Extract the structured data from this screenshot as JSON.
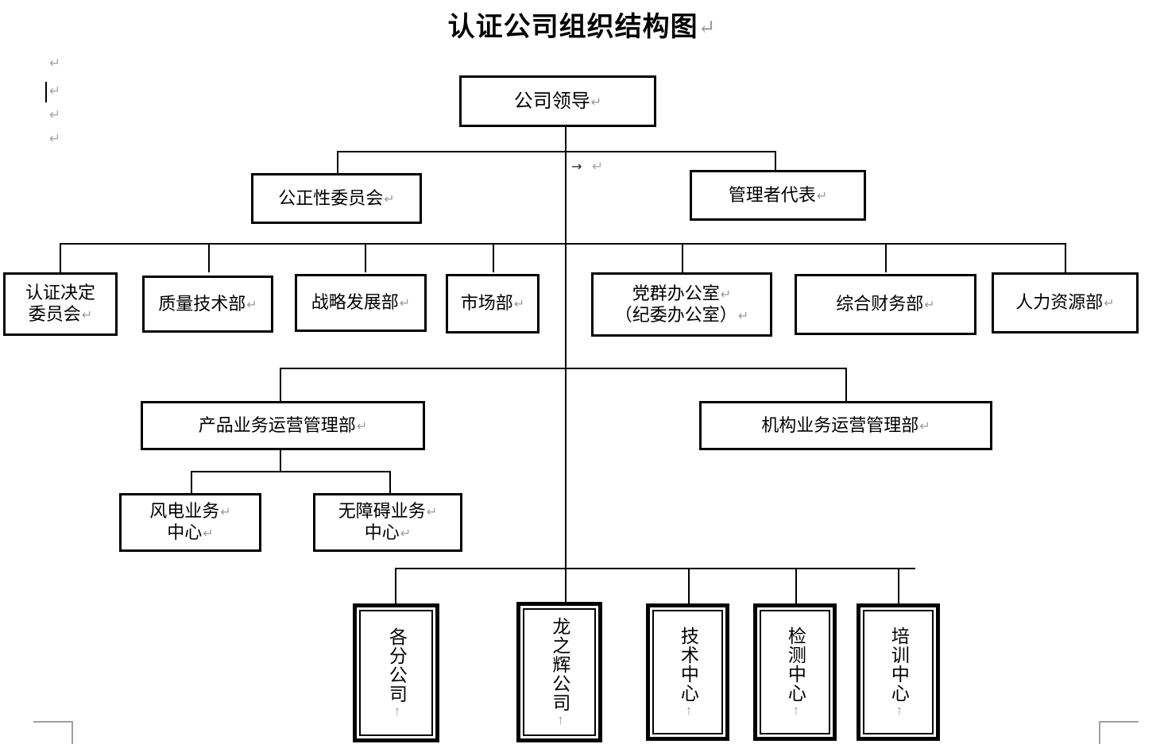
{
  "document": {
    "title": "认证公司组织结构图",
    "pilcrow": "↵",
    "tab_arrow": "→",
    "up_mark": "↑"
  },
  "margin_marks": {
    "left_column": [
      "↵",
      "↵",
      "↵",
      "↵"
    ],
    "center_tab": "→",
    "center_pilcrow": "↵"
  },
  "chart_data": {
    "type": "diagram",
    "title": "认证公司组织结构图",
    "nodes": [
      {
        "id": "n1",
        "label": "公司领导",
        "level": 1,
        "style": "thick"
      },
      {
        "id": "n2",
        "label": "公正性委员会",
        "level": 2,
        "style": "thick"
      },
      {
        "id": "n3",
        "label": "管理者代表",
        "level": 2,
        "style": "thick"
      },
      {
        "id": "n4",
        "label_lines": [
          "认证决定",
          "委员会"
        ],
        "level": 3,
        "style": "thick"
      },
      {
        "id": "n5",
        "label": "质量技术部",
        "level": 3,
        "style": "thick"
      },
      {
        "id": "n6",
        "label": "战略发展部",
        "level": 3,
        "style": "thick"
      },
      {
        "id": "n7",
        "label": "市场部",
        "level": 3,
        "style": "thick"
      },
      {
        "id": "n8",
        "label_lines": [
          "党群办公室",
          "（纪委办公室）"
        ],
        "level": 3,
        "style": "thick"
      },
      {
        "id": "n9",
        "label": "综合财务部",
        "level": 3,
        "style": "thick"
      },
      {
        "id": "n10",
        "label": "人力资源部",
        "level": 3,
        "style": "thick"
      },
      {
        "id": "n11",
        "label": "产品业务运营管理部",
        "level": 4,
        "style": "thick"
      },
      {
        "id": "n12",
        "label": "机构业务运营管理部",
        "level": 4,
        "style": "thick"
      },
      {
        "id": "n13",
        "label_lines": [
          "风电业务",
          "中心"
        ],
        "level": 5,
        "style": "thick"
      },
      {
        "id": "n14",
        "label_lines": [
          "无障碍业务",
          "中心"
        ],
        "level": 5,
        "style": "thick"
      },
      {
        "id": "n15",
        "label": "各分公司",
        "level": 6,
        "style": "double-vertical"
      },
      {
        "id": "n16",
        "label": "龙之辉公司",
        "level": 6,
        "style": "double-vertical"
      },
      {
        "id": "n17",
        "label": "技术中心",
        "level": 6,
        "style": "double-vertical"
      },
      {
        "id": "n18",
        "label": "检测中心",
        "level": 6,
        "style": "double-vertical"
      },
      {
        "id": "n19",
        "label": "培训中心",
        "level": 6,
        "style": "double-vertical"
      }
    ],
    "edges": [
      {
        "from": "n1",
        "to": "n2"
      },
      {
        "from": "n1",
        "to": "n3"
      },
      {
        "from": "n1",
        "to": "n4"
      },
      {
        "from": "n1",
        "to": "n5"
      },
      {
        "from": "n1",
        "to": "n6"
      },
      {
        "from": "n1",
        "to": "n7"
      },
      {
        "from": "n1",
        "to": "n8"
      },
      {
        "from": "n1",
        "to": "n9"
      },
      {
        "from": "n1",
        "to": "n10"
      },
      {
        "from": "n1",
        "to": "n11"
      },
      {
        "from": "n1",
        "to": "n12"
      },
      {
        "from": "n11",
        "to": "n13"
      },
      {
        "from": "n11",
        "to": "n14"
      },
      {
        "from": "n1",
        "to": "n15"
      },
      {
        "from": "n1",
        "to": "n16"
      },
      {
        "from": "n1",
        "to": "n17"
      },
      {
        "from": "n1",
        "to": "n18"
      },
      {
        "from": "n1",
        "to": "n19"
      }
    ],
    "colors": {
      "line": "#000000",
      "box_border": "#000000",
      "box_fill": "#ffffff",
      "text": "#000000",
      "mark": "#a8a8a8"
    }
  },
  "boxes": {
    "leader": {
      "line1": "公司领导"
    },
    "impartiality": {
      "line1": "公正性委员会"
    },
    "mgmt_rep": {
      "line1": "管理者代表"
    },
    "cert_decision": {
      "line1": "认证决定",
      "line2": "委员会"
    },
    "quality_tech": {
      "line1": "质量技术部"
    },
    "strategy": {
      "line1": "战略发展部"
    },
    "marketing": {
      "line1": "市场部"
    },
    "party_office": {
      "line1": "党群办公室",
      "line2": "（纪委办公室）"
    },
    "finance": {
      "line1": "综合财务部"
    },
    "hr": {
      "line1": "人力资源部"
    },
    "product_ops": {
      "line1": "产品业务运营管理部"
    },
    "org_ops": {
      "line1": "机构业务运营管理部"
    },
    "wind_power": {
      "line1": "风电业务",
      "line2": "中心"
    },
    "accessibility": {
      "line1": "无障碍业务",
      "line2": "中心"
    },
    "branches": {
      "line1": "各分公司"
    },
    "longzhihui": {
      "line1": "龙之辉公司"
    },
    "tech_center": {
      "line1": "技术中心"
    },
    "testing_center": {
      "line1": "检测中心"
    },
    "training_center": {
      "line1": "培训中心"
    }
  }
}
